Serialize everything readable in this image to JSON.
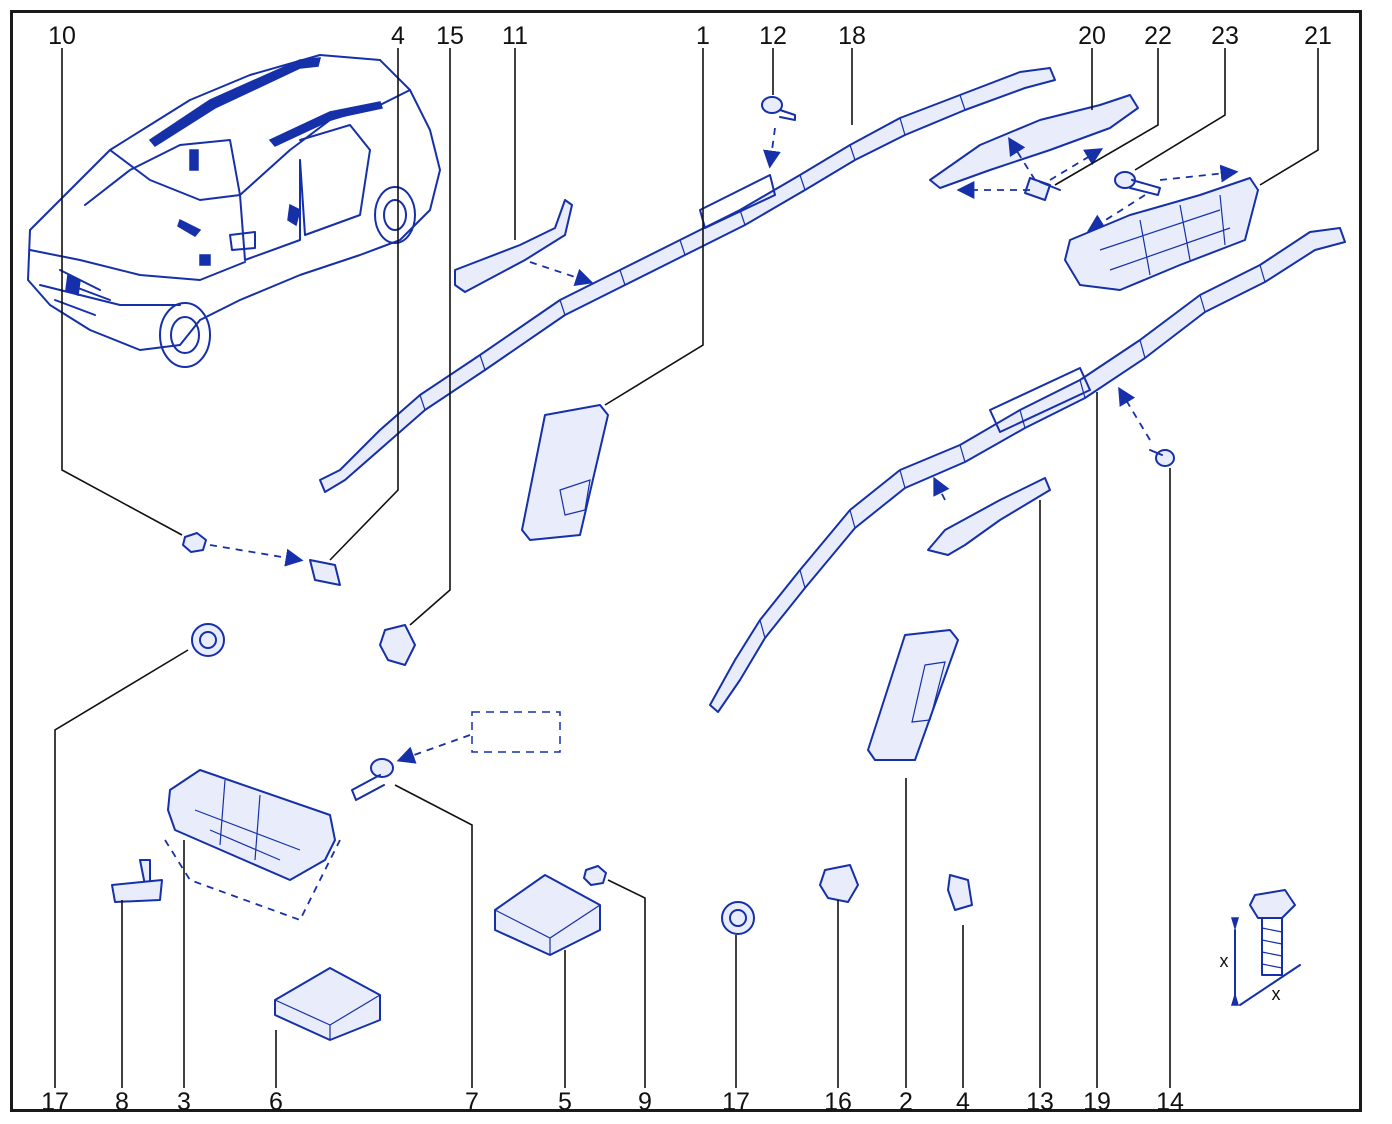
{
  "diagram": {
    "top_labels": [
      "10",
      "4",
      "15",
      "11",
      "1",
      "12",
      "18",
      "20",
      "22",
      "23",
      "21"
    ],
    "bottom_labels": [
      "17",
      "8",
      "3",
      "6",
      "7",
      "5",
      "9",
      "17",
      "16",
      "2",
      "4",
      "13",
      "19",
      "14"
    ],
    "detail_labels": [
      "x",
      "x"
    ]
  },
  "colors": {
    "line": "#1530a8",
    "frame": "#1a1a1a",
    "text": "#111111"
  }
}
